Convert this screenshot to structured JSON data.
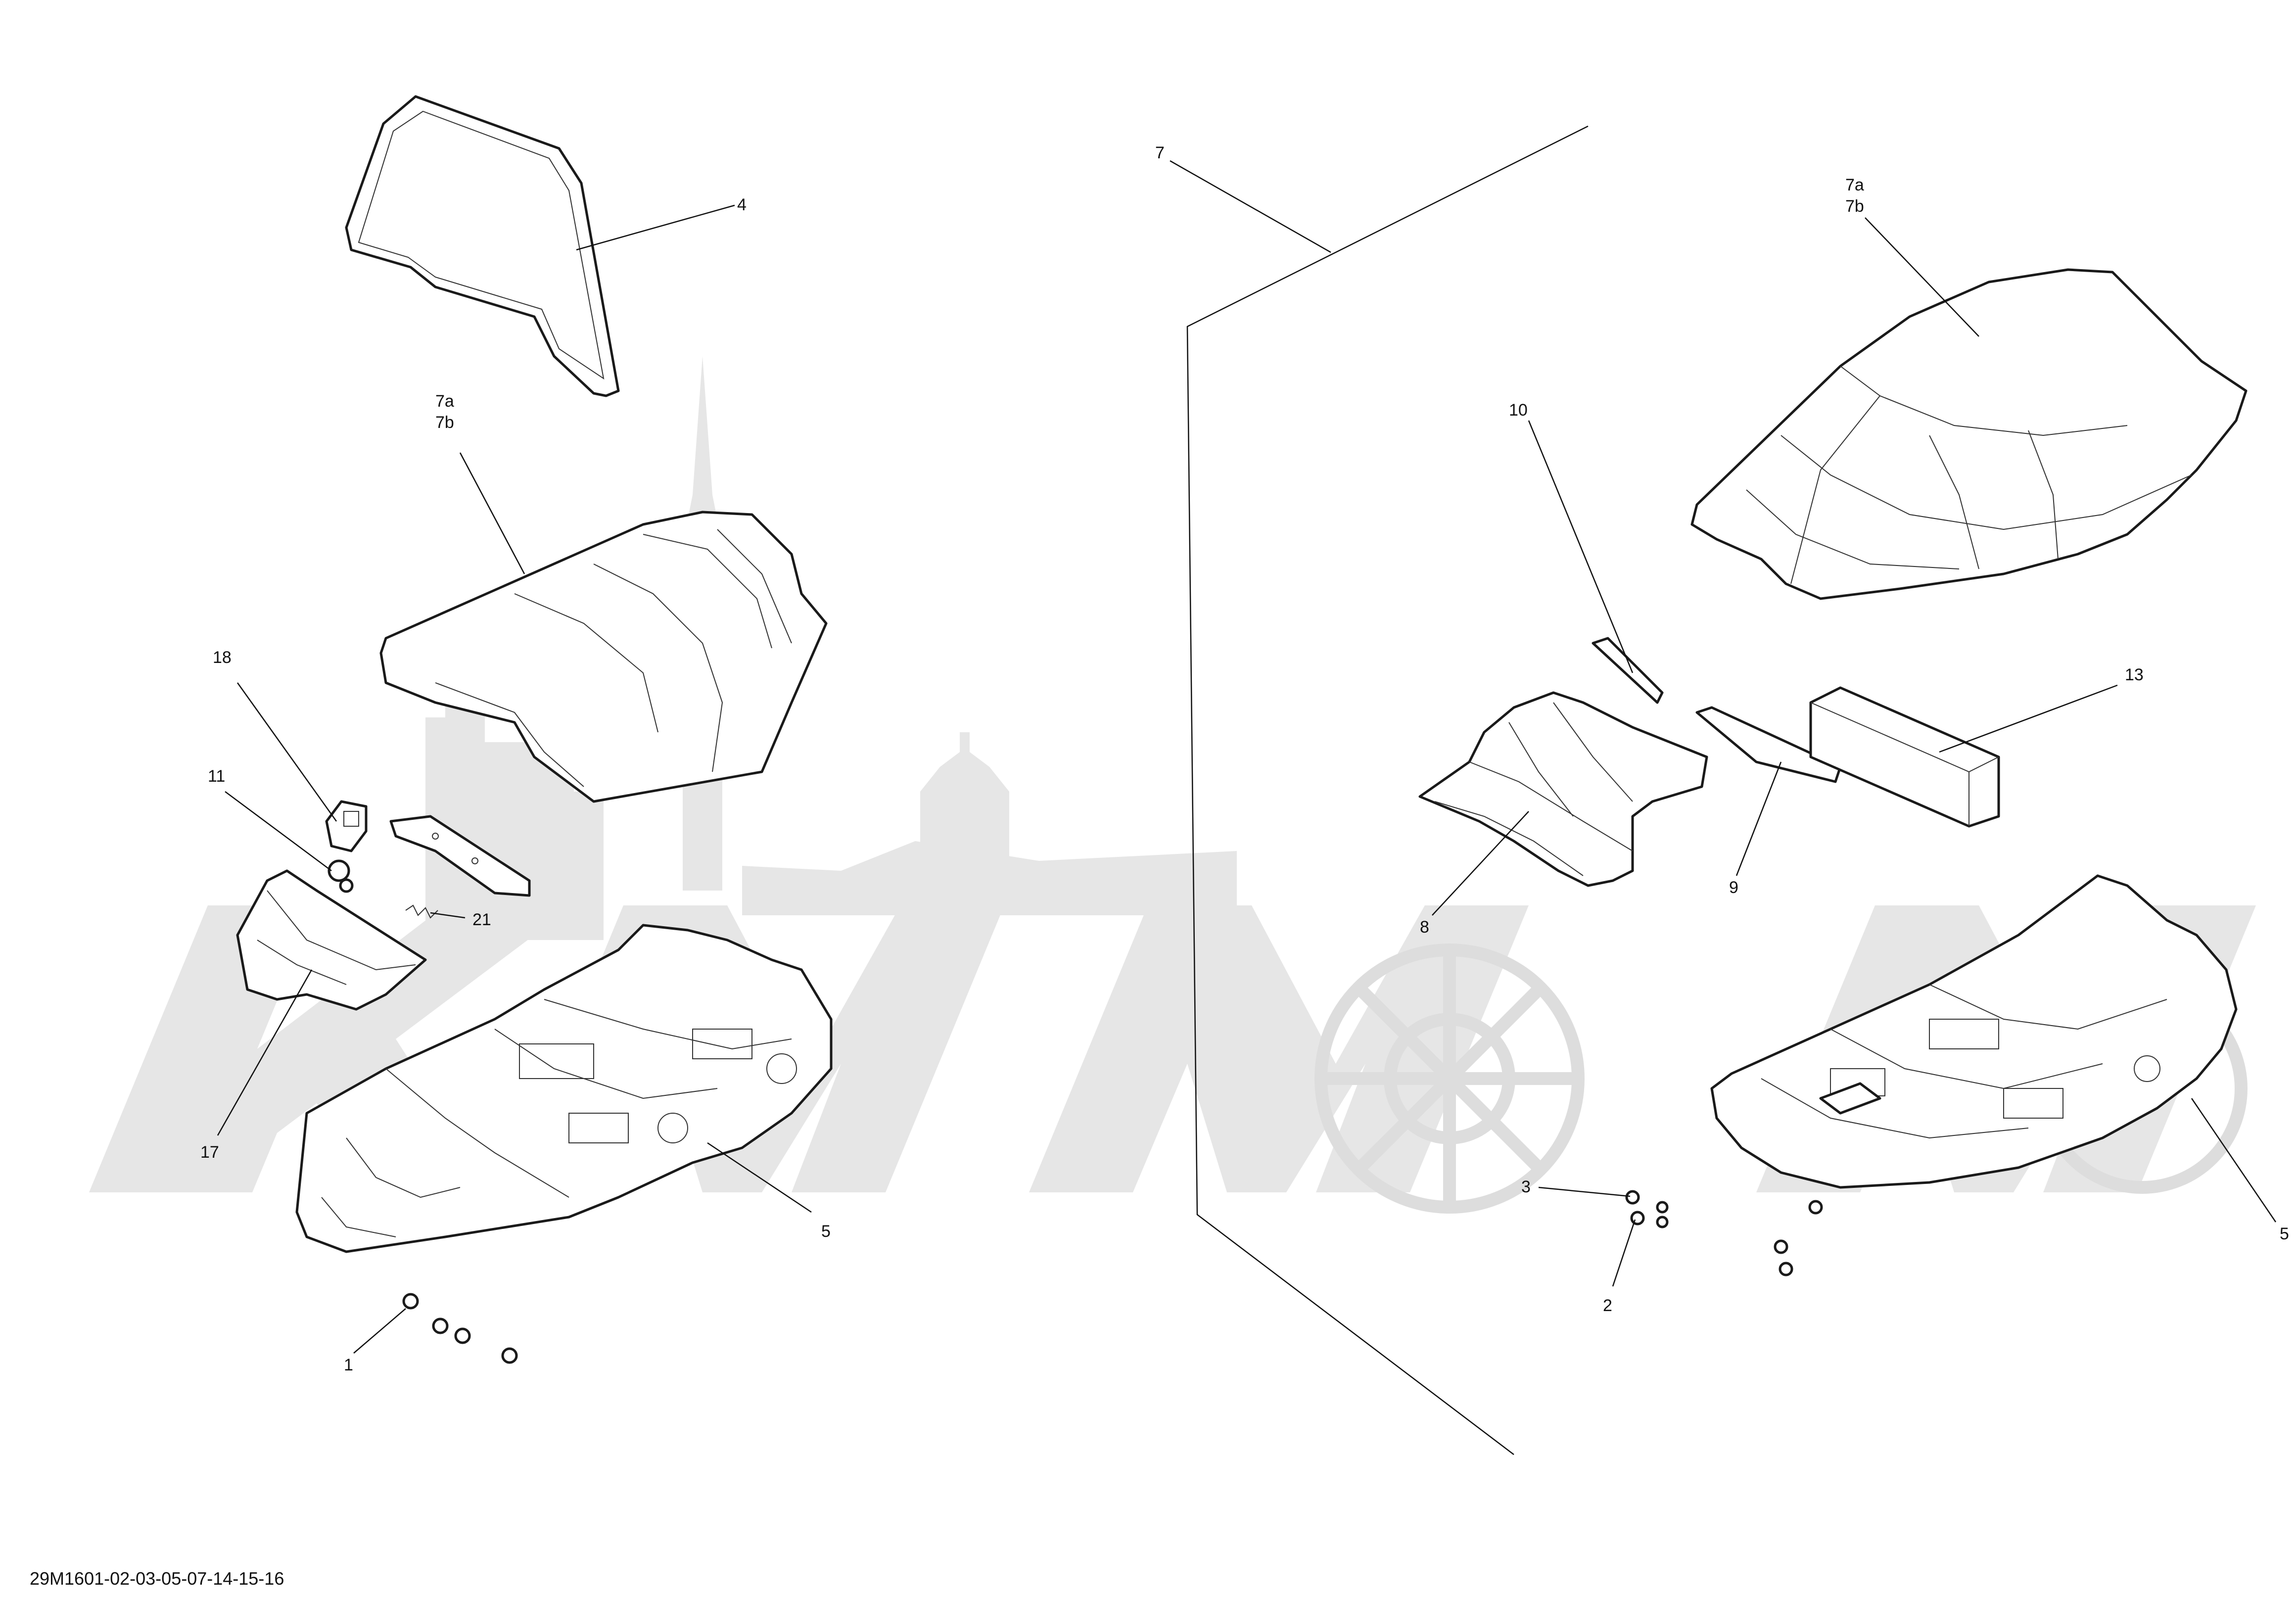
{
  "drawing_code": "29M1601-02-03-05-07-14-15-16",
  "watermark": "",
  "colors": {
    "line": "#111111",
    "watermark": "#e6e6e6",
    "background": "#ffffff"
  },
  "callouts": {
    "c1": "1",
    "c2": "2",
    "c3": "3",
    "c4": "4",
    "c5_left": "5",
    "c5_right": "5",
    "c7": "7",
    "c7a_left": "7a",
    "c7b_left": "7b",
    "c7a_right": "7a",
    "c7b_right": "7b",
    "c8": "8",
    "c9": "9",
    "c10": "10",
    "c11": "11",
    "c13": "13",
    "c17": "17",
    "c18": "18",
    "c21": "21"
  }
}
